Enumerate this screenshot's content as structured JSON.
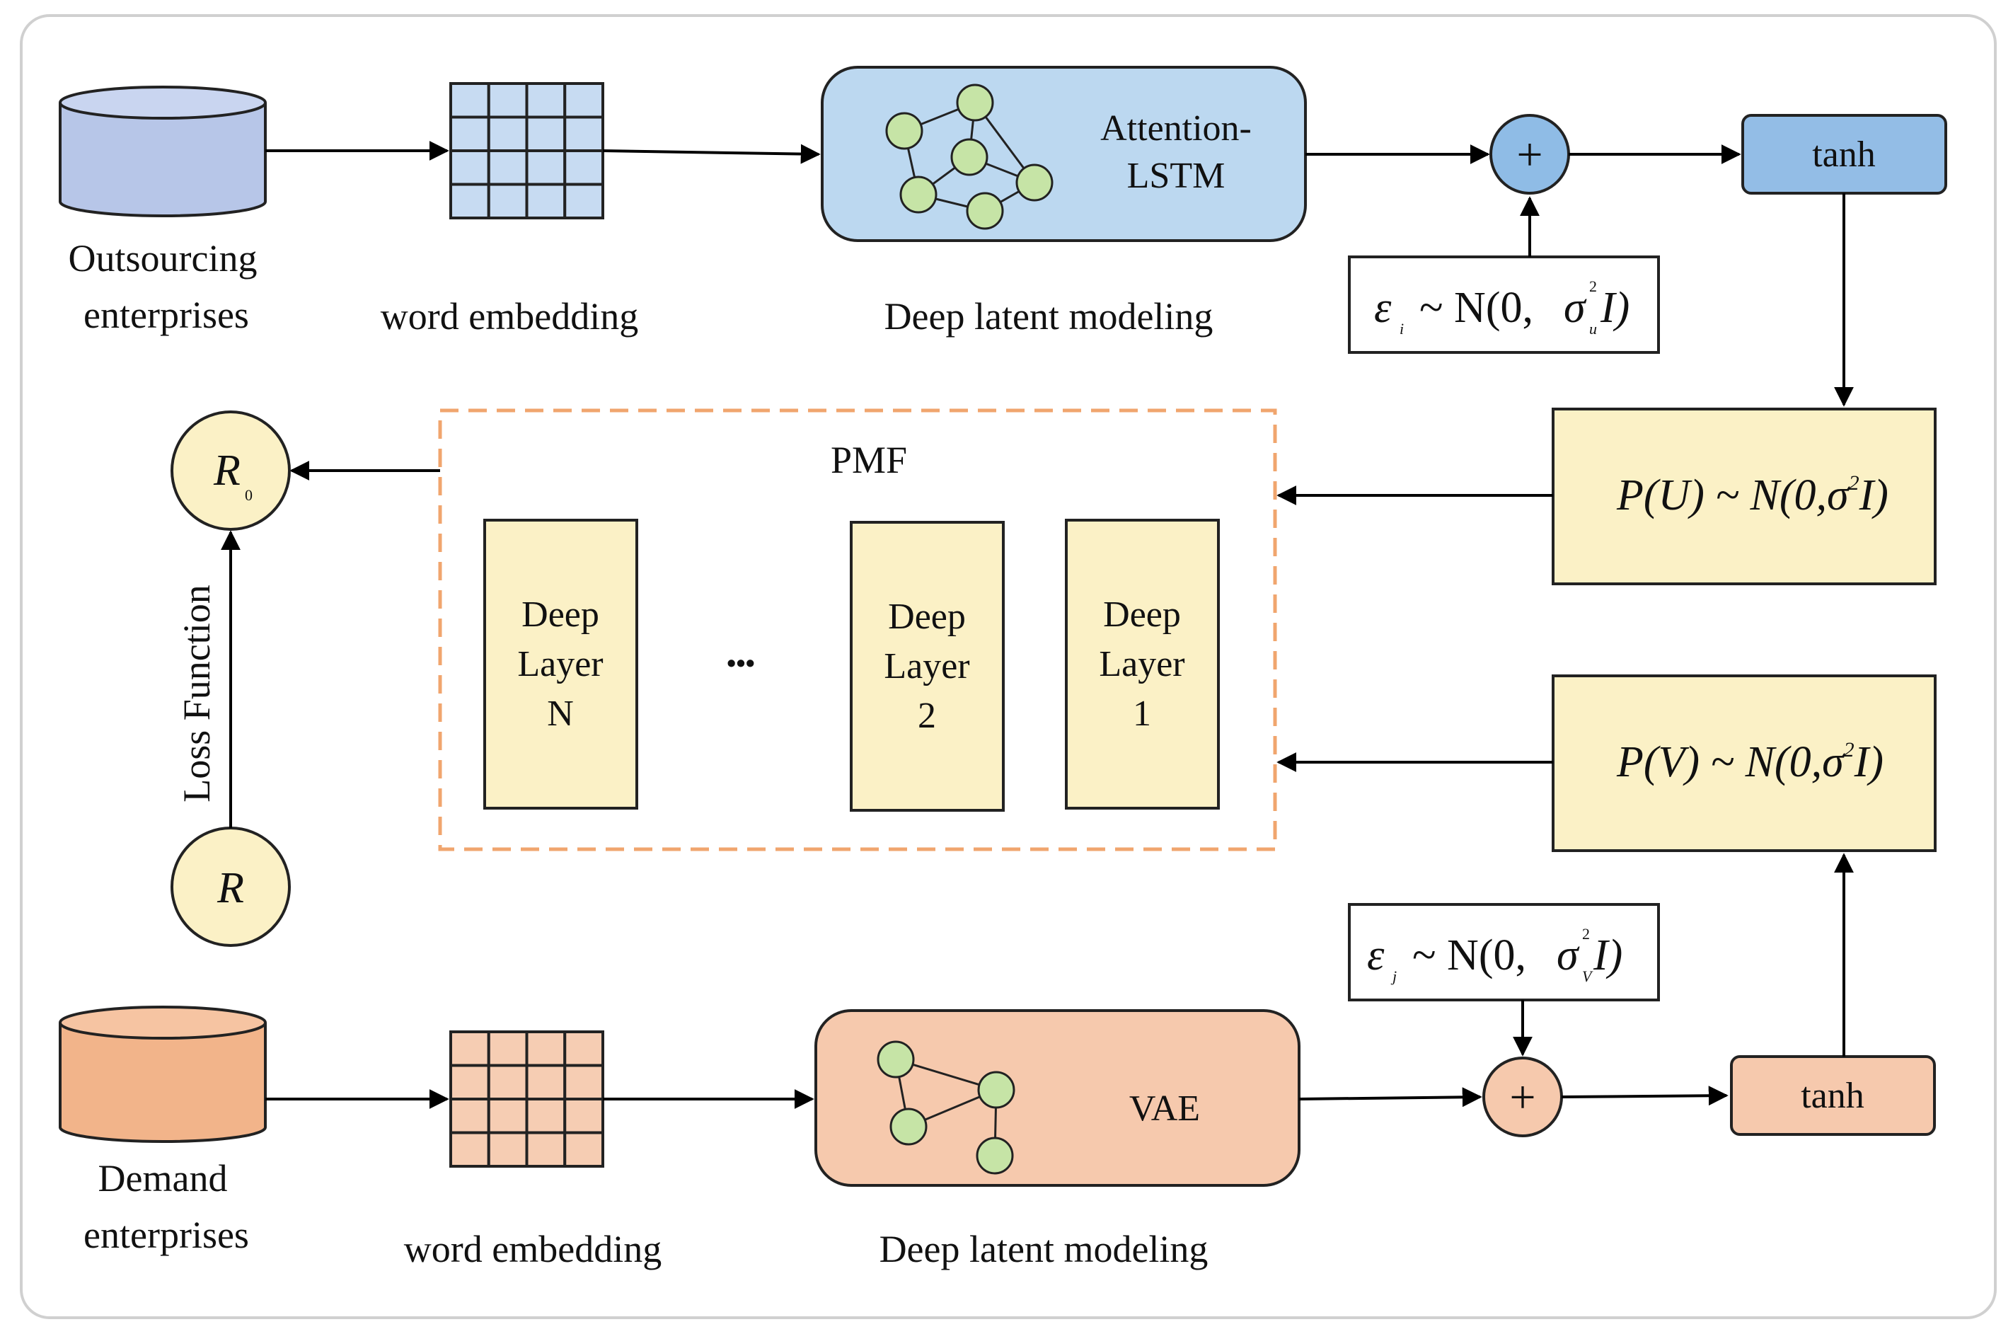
{
  "top": {
    "source_label_line1": "Outsourcing",
    "source_label_line2": "enterprises",
    "embedding_label": "word embedding",
    "model_label_line1": "Attention-",
    "model_label_line2": "LSTM",
    "section_label": "Deep latent modeling",
    "plus_symbol": "+",
    "tanh_label": "tanh",
    "noise": {
      "eps": "ε",
      "eps_sub": "i",
      "dist": "~ N(0,",
      "sigma": "σ",
      "sigma_sup": "2",
      "sigma_sub": "u",
      "tail": "I)"
    },
    "colors": {
      "db": "#b7c6e8",
      "grid": "#c7dbf2",
      "model": "#bcd8f0",
      "plus": "#8fbce6",
      "tanh": "#93bde6"
    }
  },
  "bottom": {
    "source_label_line1": "Demand",
    "source_label_line2": "enterprises",
    "embedding_label": "word embedding",
    "model_label": "VAE",
    "section_label": "Deep latent modeling",
    "plus_symbol": "+",
    "tanh_label": "tanh",
    "noise": {
      "eps": "ε",
      "eps_sub": "j",
      "dist": "~ N(0,",
      "sigma": "σ",
      "sigma_sup": "2",
      "sigma_sub": "V",
      "tail": "I)"
    },
    "colors": {
      "db": "#f2b48a",
      "grid": "#f6cdb3",
      "model": "#f6c9ad",
      "plus": "#f6c9ad",
      "tanh": "#f6c9ad"
    }
  },
  "pmf": {
    "title": "PMF",
    "layers": [
      {
        "line1": "Deep",
        "line2": "Layer",
        "line3": "N"
      },
      {
        "line1": "Deep",
        "line2": "Layer",
        "line3": "2"
      },
      {
        "line1": "Deep",
        "line2": "Layer",
        "line3": "1"
      }
    ],
    "ellipsis": "•••",
    "pu": {
      "p": "P(U) ~ N(0,",
      "sigma": "σ",
      "sup": "2",
      "tail": "I)"
    },
    "pv": {
      "p": "P(V) ~ N(0,",
      "sigma": "σ",
      "sup": "2",
      "tail": "I)"
    },
    "colors": {
      "layer": "#fbf1c6",
      "dash": "#f0a56e",
      "node": "#c6e4a6"
    }
  },
  "left": {
    "r0": "R",
    "r0_sub": "0",
    "r": "R",
    "loss_label": "Loss Function",
    "color": "#fbf1c6"
  }
}
